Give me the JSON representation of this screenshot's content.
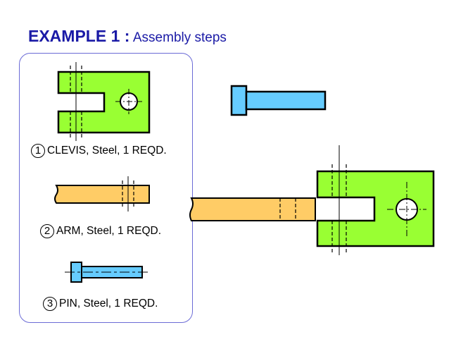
{
  "title": {
    "bold": "EXAMPLE 1 :",
    "rest": "Assembly steps"
  },
  "parts": [
    {
      "number": "1",
      "label": "CLEVIS, Steel, 1 REQD."
    },
    {
      "number": "2",
      "label": "ARM, Steel, 1 REQD."
    },
    {
      "number": "3",
      "label": "PIN, Steel, 1 REQD."
    }
  ],
  "colors": {
    "clevis": "#99ff33",
    "arm": "#ffcc66",
    "pin": "#66ccff",
    "title": "#1a1aa6",
    "panel_border": "#6b6bd6"
  }
}
